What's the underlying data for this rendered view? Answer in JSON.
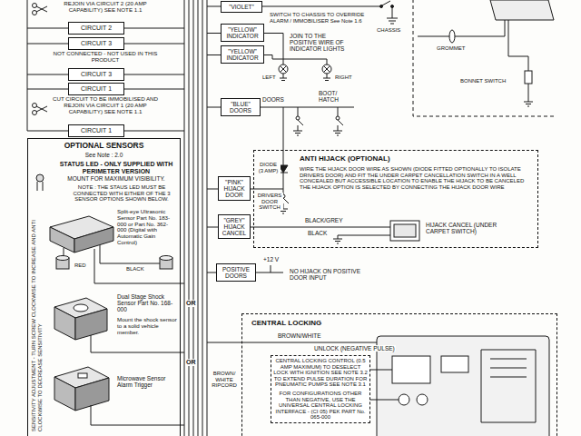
{
  "diagram": {
    "nodes": [
      {
        "text": [
          "CIRCUIT 2"
        ]
      },
      {
        "text": [
          "CIRCUIT 3"
        ]
      },
      {
        "text": [
          "CIRCUIT 3"
        ]
      },
      {
        "text": [
          "CIRCUIT 1"
        ]
      },
      {
        "text": [
          "CIRCUIT 1"
        ]
      },
      {
        "text": [
          "\"VIOLET\""
        ]
      },
      {
        "text": [
          "\"YELLOW\" INDICATOR"
        ]
      },
      {
        "text": [
          "\"YELLOW\" INDICATOR"
        ]
      },
      {
        "text": [
          "\"BLUE\" DOORS"
        ]
      },
      {
        "text": [
          "OPTIONAL SENSORS",
          "See Note : 2.0"
        ]
      },
      {
        "text": [
          "ANTI HIJACK (OPTIONAL)",
          "WIRE THE HIJACK DOOR WIRE AS SHOWN (DIODE FITTED OPTIONALLY TO ISOLATE DRIVERS DOOR) AND FIT THE UNDER CARPET CANCELLATION SWITCH IN A WELL CONCEALED BUT ACCESSIBLE LOCATION TO ENABLE THE HIJACK TO BE CANCELED THE HIJACK OPTION IS SELECTED BY CONNECTING THE HIJACK DOOR WIRE"
        ]
      },
      {
        "text": [
          "\"PINK\" HIJACK DOOR"
        ]
      },
      {
        "text": [
          "\"GREY\" HIJACK CANCEL"
        ]
      },
      {
        "text": [
          "POSITIVE DOORS"
        ]
      },
      {
        "text": [
          "CENTRAL LOCKING"
        ]
      },
      {
        "text": [
          "CENTRAL LOCKING CONTROL (0.5 AMP MAXIMUM) TO DESELECT LOCK WITH IGNITION SEE NOTE 3.2 TO EXTEND PULSE DURATION FOR PNEUMATIC PUMPS SEE NOTE 3.1",
          "FOR CONFIGURATIONS OTHER THAN NEGATIVE, USE THE UNIVERSAL CENTRAL LOCKING INTERFACE - (CI 05) PEK PART No. 065-000"
        ],
        "in": 14
      }
    ],
    "labels": [
      "REJOIN VIA CIRCUIT 2 (20 AMP CAPABILITY) SEE NOTE 1.1",
      "NOT CONNECTED - NOT USED IN THIS PRODUCT",
      "CUT CIRCUIT TO BE IMMOBILISED AND REJOIN VIA CIRCUIT 1 (20 AMP CAPABILITY) SEE NOTE 1.1",
      "STATUS LED - ONLY SUPPLIED WITH PERIMETER VERSION",
      "MOUNT FOR MAXIMUM VISIBILITY.",
      "NOTE : THE STAUS LED MUST BE CONNECTED WITH EITHER OF THE 3 SENSOR OPTIONS SHOWN BELOW.",
      "Split-eye Ultrasonic Sensor Part No. 183-000 or Part No. 362-000 (Digital with Automatic Gain Control)",
      "BLACK",
      "RED",
      "Dual Stage Shock Sensor Part No. 168-000",
      "Mount the shock sensor to a solid vehicle member.",
      "Microwave Sensor Alarm Trigger",
      "SENSITIVITY ADJUSTMENT - TURN SCREW CLOCKWISE TO INCREASE AND ANTI CLOCKWISE TO DECREASE SENSITIVITY",
      "OR",
      "OR",
      "SWITCH TO CHASSIS TO OVERRIDE ALARM / IMMOBILISER See Note 1.6",
      "CHASSIS",
      "GROMMET",
      "BONNET SWITCH",
      "JOIN TO THE POSITIVE WIRE OF INDICATOR LIGHTS",
      "LEFT",
      "RIGHT",
      "DOORS",
      "BOOT/ HATCH",
      "DIODE (3 AMP)",
      "DRIVERS DOOR SWITCH",
      "BLACK/GREY",
      "BLACK",
      "HIJACK CANCEL (UNDER CARPET SWITCH)",
      "+12 V",
      "NO HIJACK ON POSITIVE DOOR INPUT",
      "BROWN/WHITE",
      "UNLOCK (NEGATIVE PULSE)",
      "BROWN/ WHITE RIPCORD"
    ]
  }
}
